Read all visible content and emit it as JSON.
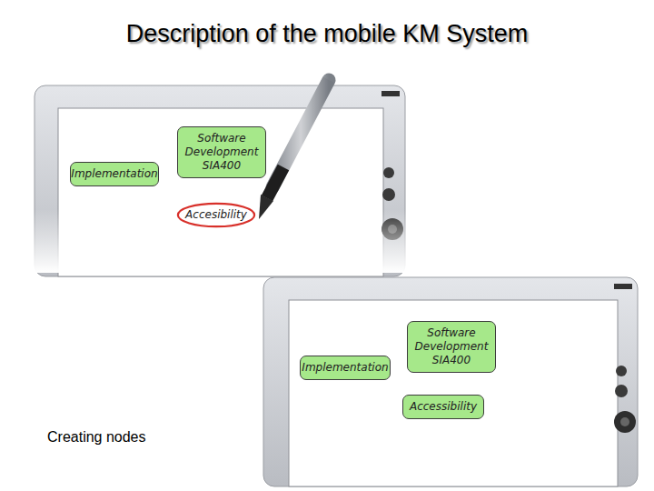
{
  "diagram": {
    "title": "Description of the mobile KM System",
    "caption": "Creating nodes",
    "nodes": [
      {
        "text": [
          "Software Development SIA400"
        ]
      },
      {
        "text": [
          "Implementation"
        ]
      },
      {
        "text": [
          "Accesibility"
        ]
      },
      {
        "text": [
          "Software Development SIA400"
        ]
      },
      {
        "text": [
          "Implementation"
        ]
      },
      {
        "text": [
          "Accessibility"
        ]
      }
    ]
  }
}
